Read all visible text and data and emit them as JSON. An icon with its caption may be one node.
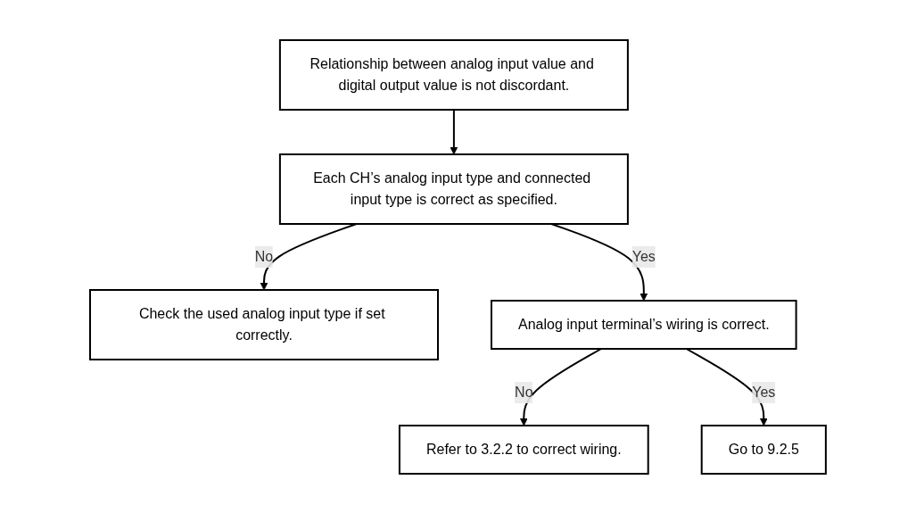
{
  "diagram": {
    "nodes": [
      {
        "text": [
          "Relationship between analog input value and digital output value is not discordant."
        ]
      },
      {
        "text": [
          "Each CH’s analog input type and connected input type is correct as specified."
        ]
      },
      {
        "text": [
          "Check the used analog input type if set correctly."
        ]
      },
      {
        "text": [
          "Analog input terminal’s wiring is correct."
        ]
      },
      {
        "text": [
          "Refer to 3.2.2 to correct wiring."
        ]
      },
      {
        "text": [
          "Go to 9.2.5"
        ]
      }
    ],
    "edges": [
      {
        "from": 0,
        "to": 1,
        "arrow": "to"
      },
      {
        "from": 1,
        "to": 2,
        "arrow": "to",
        "label": "No"
      },
      {
        "from": 1,
        "to": 3,
        "arrow": "to",
        "label": "Yes"
      },
      {
        "from": 3,
        "to": 4,
        "arrow": "to",
        "label": "No"
      },
      {
        "from": 3,
        "to": 5,
        "arrow": "to",
        "label": "Yes"
      }
    ]
  }
}
